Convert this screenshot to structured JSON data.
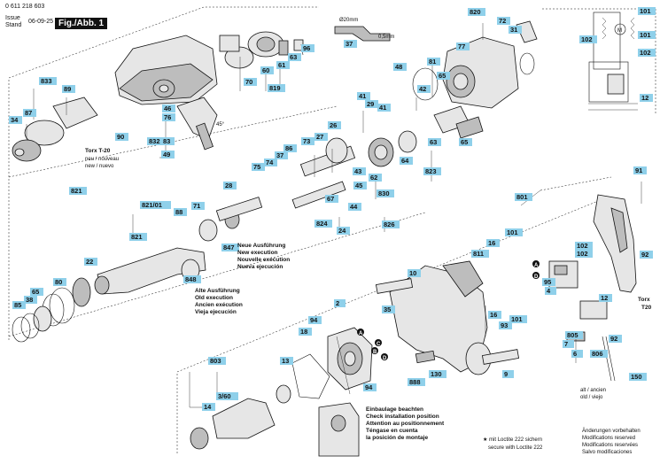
{
  "header": {
    "doc_number": "0 611 218 603",
    "issue_label": "Issue",
    "stand_label": "Stand",
    "date": "06-09-25",
    "figure_label": "Fig./Abb. 1"
  },
  "parts": {
    "p820": "820",
    "p72": "72",
    "p31": "31",
    "p101a": "101",
    "p101b": "101",
    "p102a": "102",
    "p102b": "102",
    "p12a": "12",
    "p37": "37",
    "p96": "96",
    "p63a": "63",
    "p61": "61",
    "p60": "60",
    "p70": "70",
    "p819": "819",
    "p48": "48",
    "p81": "81",
    "p65a": "65",
    "p42": "42",
    "p77": "77",
    "p833": "833",
    "p89": "89",
    "p87": "87",
    "p34": "34",
    "p46": "46",
    "p76": "76",
    "p90": "90",
    "p832": "832",
    "p83": "83",
    "p49": "49",
    "p41a": "41",
    "p29": "29",
    "p41b": "41",
    "p26": "26",
    "p27": "27",
    "p73": "73",
    "p86": "86",
    "p37b": "37",
    "p74": "74",
    "p75": "75",
    "p28": "28",
    "p64": "64",
    "p62": "62",
    "p45": "45",
    "p43": "43",
    "p830": "830",
    "p65b": "65",
    "p63b": "63",
    "p823": "823",
    "p821": "821",
    "p821_01": "821/01",
    "p88": "88",
    "p71": "71",
    "p67": "67",
    "p44": "44",
    "p824": "824",
    "p24": "24",
    "p826": "826",
    "p801": "801",
    "p91": "91",
    "p92a": "92",
    "p821b": "821",
    "p22": "22",
    "p80": "80",
    "p65c": "65",
    "p38": "38",
    "p85": "85",
    "p847": "847",
    "p848": "848",
    "p16a": "16",
    "p811": "811",
    "p101c": "101",
    "p10": "10",
    "p102c": "102",
    "p102d": "102",
    "p95": "95",
    "p4": "4",
    "p12b": "12",
    "p2": "2",
    "p35": "35",
    "p16b": "16",
    "p93": "93",
    "p101d": "101",
    "p805": "805",
    "p7": "7",
    "p92b": "92",
    "p6": "6",
    "p806": "806",
    "p150": "150",
    "p94a": "94",
    "p18": "18",
    "p803": "803",
    "p13": "13",
    "p360": "3/60",
    "p14": "14",
    "p94b": "94",
    "p888": "888",
    "p130": "130",
    "p9": "9"
  },
  "dimensions": {
    "diameter": "Ø20mm",
    "thickness": "0,5mm",
    "angle": "45°"
  },
  "letters": {
    "A": "A",
    "B": "B",
    "C": "C",
    "D": "D"
  },
  "notes": {
    "torx_label": "Torx T-20",
    "torx_sub": "neu / nouveau",
    "torx_sub2": "new / nuevo",
    "torx2_a": "Torx",
    "torx2_b": "T20",
    "new_1": "Neue Ausführung",
    "new_2": "New execution",
    "new_3": "Nouvelle exécution",
    "new_4": "Nueva ejecución",
    "old_1": "Alte Ausführung",
    "old_2": "Old execution",
    "old_3": "Ancien exécution",
    "old_4": "Vieja ejecución",
    "old_short_1": "alt / ancien",
    "old_short_2": "old / viejo",
    "install_1": "Einbaulage beachten",
    "install_2": "Check installation position",
    "install_3": "Attention au positionnement",
    "install_4": "Téngase en cuenta",
    "install_5": "la posición de montaje",
    "loctite_1": "★ mit Loctite 222 sichern",
    "loctite_2": "secure with Loctite 222",
    "changes_1": "Änderungen vorbehalten",
    "changes_2": "Modifications reserved",
    "changes_3": "Modifications reservées",
    "changes_4": "Salvo modificaciones"
  }
}
